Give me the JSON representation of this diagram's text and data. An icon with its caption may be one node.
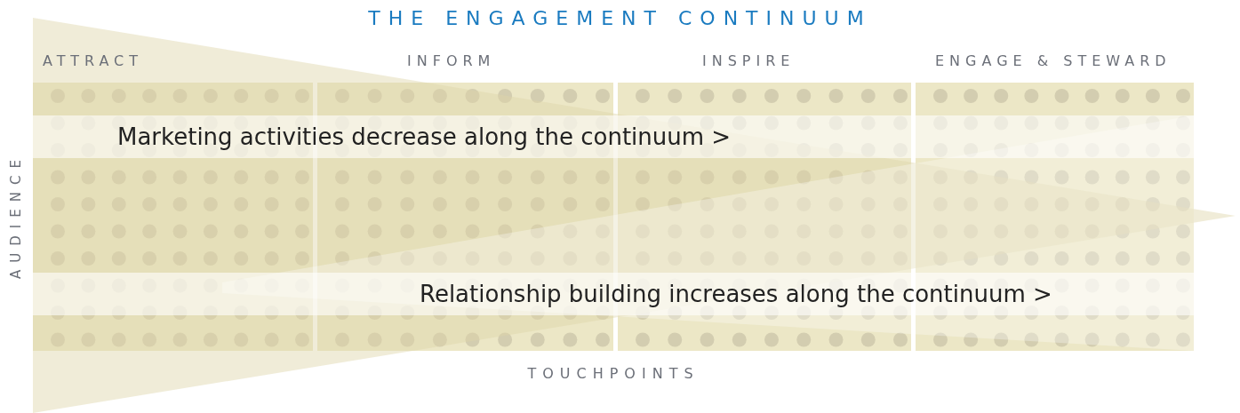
{
  "diagram": {
    "title": "THE ENGAGEMENT CONTINUUM",
    "labels": [
      "ATTRACT",
      "INFORM",
      "INSPIRE",
      "ENGAGE & STEWARD",
      "AUDIENCE",
      "Marketing activities decrease along the continuum >",
      "Relationship building increases along the continuum >",
      "TOUCHPOINTS"
    ]
  }
}
